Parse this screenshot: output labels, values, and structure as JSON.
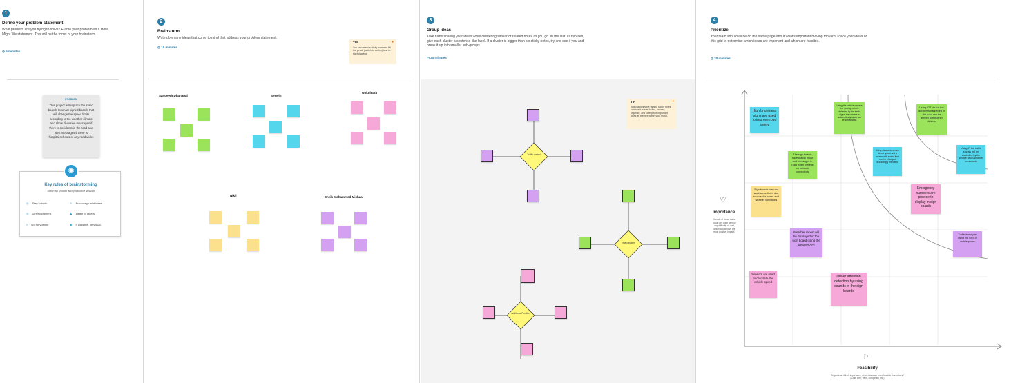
{
  "steps": [
    {
      "num": "1",
      "title": "Define your problem statement",
      "desc": "What problem are you trying to solve? Frame your problem as a How Might We statement. This will be the focus of your brainstorm.",
      "time": "5 minutes"
    },
    {
      "num": "2",
      "title": "Brainstorm",
      "desc": "Write down any ideas that come to mind that address your problem statement.",
      "time": "10 minutes"
    },
    {
      "num": "3",
      "title": "Group ideas",
      "desc": "Take turns sharing your ideas while clustering similar or related notes as you go. In the last 10 minutes, give each cluster a sentence-like label. If a cluster is bigger than six sticky notes, try and see if you and break it up into smaller sub-groups.",
      "time": "20 minutes"
    },
    {
      "num": "4",
      "title": "Prioritize",
      "desc": "Your team should all be on the same page about what's important moving forward. Place your ideas on this grid to determine which ideas are important and which are feasible.",
      "time": "20 minutes"
    }
  ],
  "problem": {
    "header": "PROBLEM",
    "text": "This project will replace the static boards to smart signed boards that will change the speed limits according to the weather climate and show diversion messages if there is accidents in the road and alert messages if there is hospital,schools or any roadworks"
  },
  "rules": {
    "title": "Key rules of brainstorming",
    "subtitle": "To run an smooth and productive session",
    "items": [
      "Stay in topic.",
      "Encourage wild ideas.",
      "Defer judgment.",
      "Listen to others.",
      "Go for volume.",
      "If possible, be visual."
    ]
  },
  "brainstorm_tip": {
    "title": "TIP",
    "text": "You can select a sticky note and hit the pencil (switch to sketch) icon to start drawing!"
  },
  "group_tip": {
    "title": "TIP",
    "text": "Add customizable tags to sticky notes to make it easier to find, browse, organize, and categorize important ideas as themes within your mural."
  },
  "participants": [
    "Sangeeth Dhanapal",
    "Seswin",
    "Gokulnath",
    "Nikil",
    "Sheik Mohammed Mishaal"
  ],
  "group_labels": [
    "Traffic control",
    "Traffic system",
    "Additional Function"
  ],
  "prioritize": {
    "y_label": "Importance",
    "y_desc": "If each of these tasks could get done without any difficulty or cost, which would have the most positive impact?",
    "x_label": "Feasibility",
    "x_desc": "Regardless of their importance, which tasks are more feasible than others? (Cost, time, effort, complexity, etc.)",
    "notes": [
      "High brightness signs are used to improve road safety",
      "The sign boards have button mode and messages in road when there is no network connectivity",
      "Using the vehicle camera the moving vehicle detected by the traffic signal the camera is automatically signs can be sustainable.",
      "Using IOT device the accidents happened in the road can be alerted to the other drivers",
      "Using IR the traffic signals will be controlled by the people who using the crossroads",
      "Using ultrasonic sensor detect speed and a screen with speed limit can be changed accordingly the traffic",
      "Sign boards may not work some times due to no solar power and weather conditions",
      "Emergency numbers are provide to display in sign boards",
      "Weather report will be displayed in the sign board using the weather API",
      "Traffic density by using the GPS of mobile phone",
      "Sensors are used to calculate the vehicle speed",
      "Driver attention detection by using sounds in the sign boards"
    ]
  },
  "colors": {
    "accent": "#2c7fa8",
    "green": "#9be35b",
    "cyan": "#54d6ec",
    "pink": "#f6a8d8",
    "yellow": "#fbe08e",
    "violet": "#d3a0f2"
  }
}
